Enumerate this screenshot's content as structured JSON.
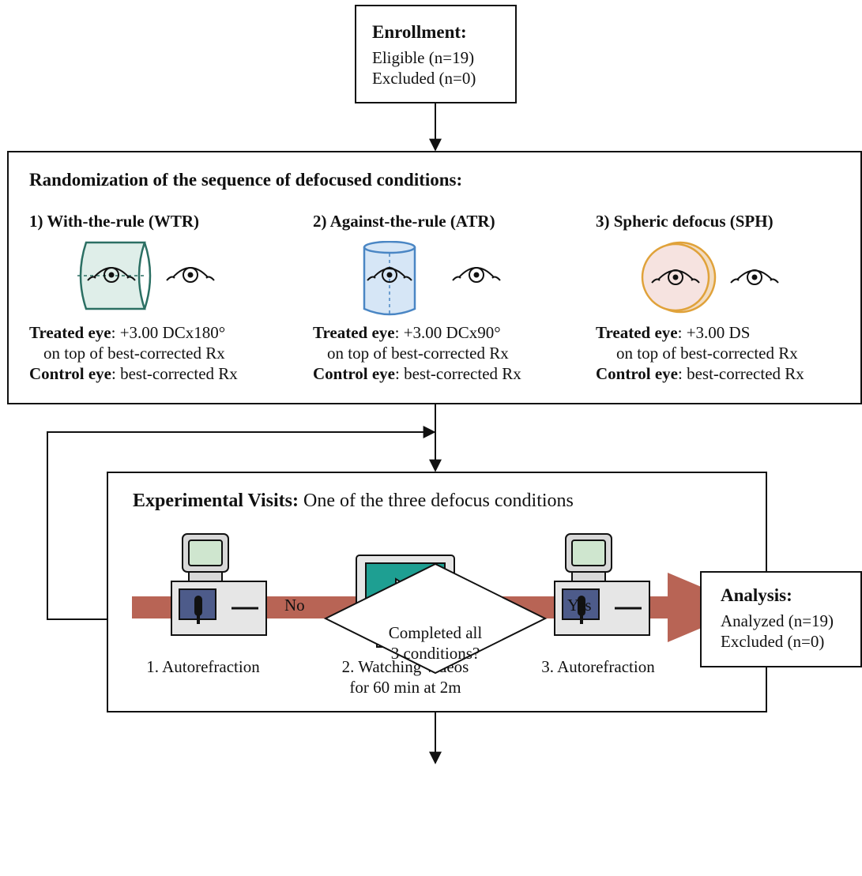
{
  "enrollment": {
    "title": "Enrollment:",
    "eligible": "Eligible (n=19)",
    "excluded": "Excluded (n=0)"
  },
  "randomization": {
    "title": "Randomization of the sequence of defocused conditions:",
    "conditions": [
      {
        "heading": "1) With-the-rule (WTR)",
        "treated_label": "Treated eye",
        "treated_value": ": +3.00 DCx180°",
        "treated_note": "on top of best-corrected Rx",
        "control_label": "Control eye",
        "control_value": ": best-corrected Rx",
        "lens_color": "#2b6f63"
      },
      {
        "heading": "2) Against-the-rule (ATR)",
        "treated_label": "Treated eye",
        "treated_value": ": +3.00 DCx90°",
        "treated_note": "on top of best-corrected Rx",
        "control_label": "Control eye",
        "control_value": ": best-corrected Rx",
        "lens_color": "#4a86c4"
      },
      {
        "heading": "3) Spheric defocus (SPH)",
        "treated_label": "Treated eye",
        "treated_value": ": +3.00 DS",
        "treated_note": "on top of best-corrected Rx",
        "control_label": "Control eye",
        "control_value": ": best-corrected Rx",
        "lens_color": "#e0a23a"
      }
    ]
  },
  "visits": {
    "title_bold": "Experimental Visits:",
    "title_rest": " One of the three defocus conditions",
    "steps": [
      "1. Autorefraction",
      "2. Watching videos",
      "for 60 min at 2m",
      "3. Autorefraction"
    ],
    "arrow_color": "#b86455"
  },
  "decision": {
    "question_line1": "Completed all",
    "question_line2": "3 conditions?",
    "no_label": "No",
    "yes_label": "Yes"
  },
  "analysis": {
    "title": "Analysis:",
    "analyzed": "Analyzed (n=19)",
    "excluded": "Excluded (n=0)"
  }
}
